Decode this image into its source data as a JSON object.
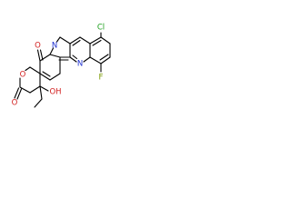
{
  "molecule": {
    "atoms": {
      "cl": "Cl",
      "f": "F",
      "n_pyrrole": "N",
      "n_pyridine": "N",
      "o_lactone_carbonyl": "O",
      "o_ring": "O",
      "o_amide": "O",
      "hydroxyl": "OH"
    },
    "colors": {
      "bond": "#000000",
      "cl": "#1fa01f",
      "f": "#7a9a00",
      "n": "#1d2fd0",
      "o": "#d21f1f"
    }
  }
}
